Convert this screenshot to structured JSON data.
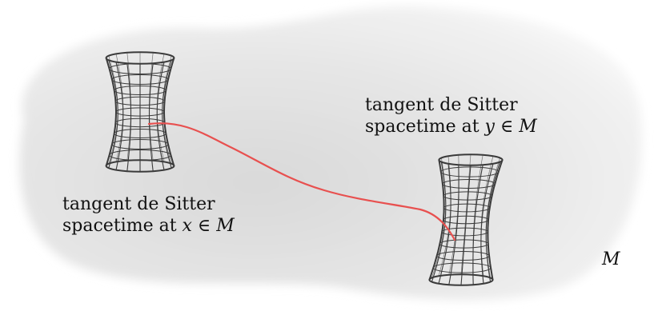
{
  "labels": {
    "tangent_y": {
      "line1": "tangent de Sitter",
      "line2_prefix": "spacetime at ",
      "line2_math": "y ∈ M"
    },
    "tangent_x": {
      "line1": "tangent de Sitter",
      "line2_prefix": "spacetime at ",
      "line2_math": "x ∈ M"
    },
    "manifold": "M"
  },
  "colors": {
    "manifold_fill": "#e6e6e6",
    "wireframe": "#3a3a3a",
    "curve": "#e8504f"
  }
}
